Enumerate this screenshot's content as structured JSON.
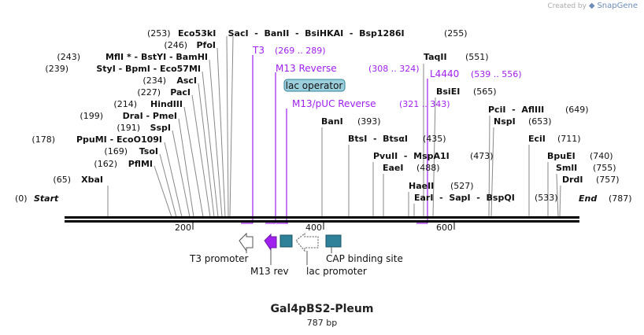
{
  "credit": {
    "prefix": "Created by",
    "brand": "SnapGene"
  },
  "plasmid": {
    "name": "Gal4pBS2-Pleum",
    "length_label": "787 bp",
    "length": 787
  },
  "ends": {
    "start_pos": "(0)",
    "start_label": "Start",
    "end_label": "End",
    "end_pos": "(787)"
  },
  "ruler": {
    "ticks": [
      "200",
      "400",
      "600"
    ]
  },
  "sites": [
    {
      "pos_label": "(65)",
      "label": "XbaI"
    },
    {
      "pos_label": "(162)",
      "label": "PflMI"
    },
    {
      "pos_label": "(169)",
      "label": "TsoI"
    },
    {
      "pos_label": "(178)",
      "label": "PpuMI  -  EcoO109I"
    },
    {
      "pos_label": "(191)",
      "label": "SspI"
    },
    {
      "pos_label": "(199)",
      "label": "DraI  -  PmeI"
    },
    {
      "pos_label": "(214)",
      "label": "HindIII"
    },
    {
      "pos_label": "(227)",
      "label": "PacI"
    },
    {
      "pos_label": "(234)",
      "label": "AscI"
    },
    {
      "pos_label": "(239)",
      "label": "StyI  -  BpmI  -  Eco57MI"
    },
    {
      "pos_label": "(243)",
      "label": "MflI *  -  BstYI  -  BamHI"
    },
    {
      "pos_label": "(246)",
      "label": "PfoI"
    },
    {
      "pos_label": "(253)",
      "label": "Eco53kI    SacI  -  BanII  -  BsiHKAI  -  Bsp1286I",
      "pos_label_right": "(255)"
    },
    {
      "label": "BanI",
      "pos_label": "(393)"
    },
    {
      "label": "BtsI  -  BtsαI",
      "pos_label": "(435)"
    },
    {
      "label": "PvuII  -  MspA1I",
      "pos_label": "(473)"
    },
    {
      "label": "EaeI",
      "pos_label": "(488)"
    },
    {
      "label": "HaeII",
      "pos_label": "(527)"
    },
    {
      "label": "EarI  -  SapI  -  BspQI",
      "pos_label": "(533)"
    },
    {
      "label": "TaqII",
      "pos_label": "(551)"
    },
    {
      "label": "BsiEI",
      "pos_label": "(565)"
    },
    {
      "label": "PciI  -  AflIII",
      "pos_label": "(649)"
    },
    {
      "label": "NspI",
      "pos_label": "(653)"
    },
    {
      "label": "EciI",
      "pos_label": "(711)"
    },
    {
      "label": "BpuEI",
      "pos_label": "(740)"
    },
    {
      "label": "SmlI",
      "pos_label": "(755)"
    },
    {
      "label": "DrdI",
      "pos_label": "(757)"
    }
  ],
  "primers": [
    {
      "name": "T3",
      "range": "(269 .. 289)"
    },
    {
      "name": "M13 Reverse",
      "range": "(308 .. 324)"
    },
    {
      "name": "M13/pUC Reverse",
      "range": "(321 .. 343)"
    },
    {
      "name": "L4440",
      "range": "(539 .. 556)"
    }
  ],
  "features": [
    {
      "name": "lac operator"
    },
    {
      "name": "T3 promoter"
    },
    {
      "name": "M13 rev"
    },
    {
      "name": "lac promoter"
    },
    {
      "name": "CAP binding site"
    }
  ],
  "colors": {
    "primer": "#a020f0",
    "feature_teal": "#2e8199",
    "operator_fill": "#9ccfdc",
    "backbone": "#000000"
  }
}
